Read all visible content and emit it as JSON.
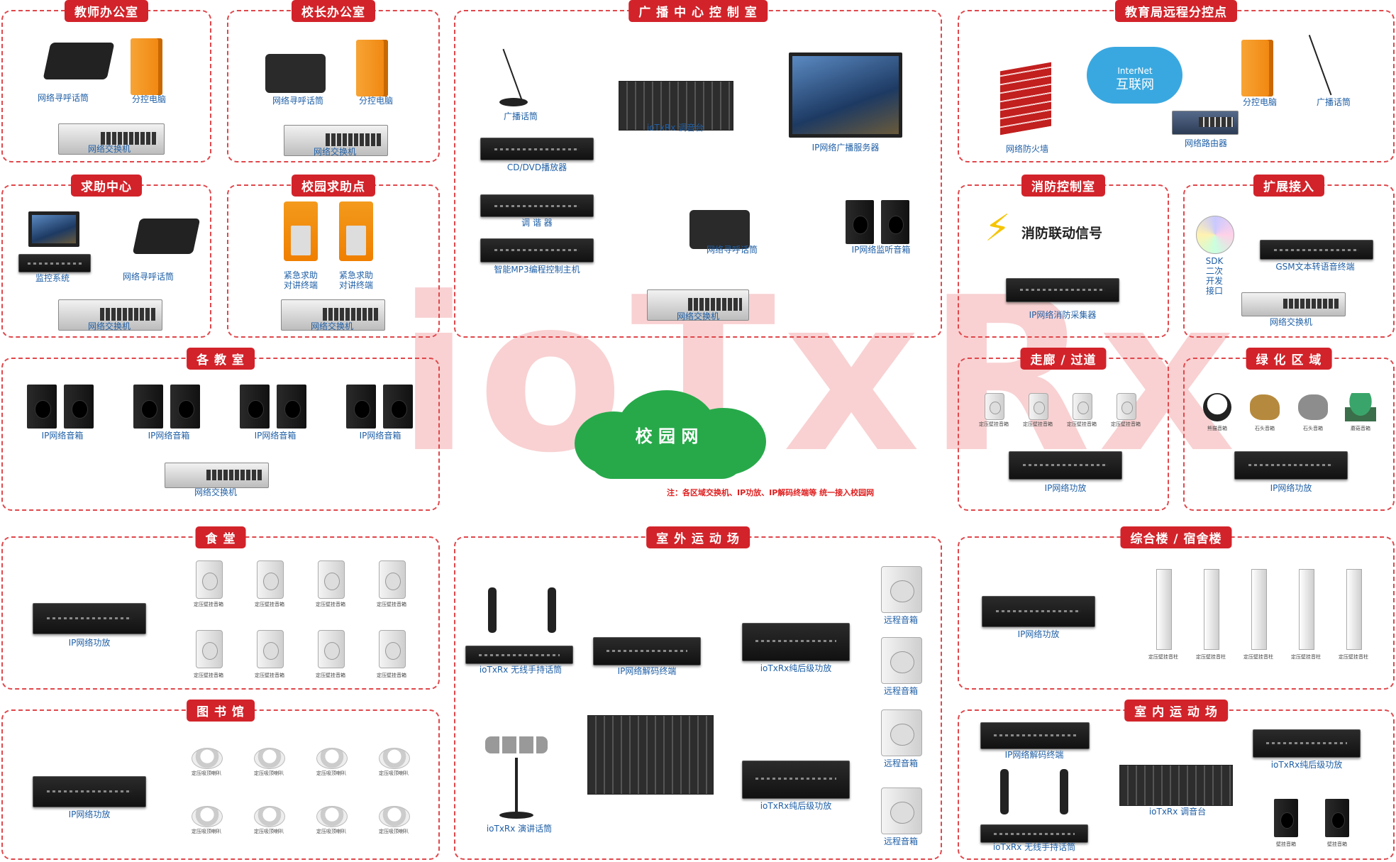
{
  "watermark": "ioTxRx",
  "zones": {
    "teacher": {
      "title": "教师办公室",
      "labels": [
        "网络寻呼话筒",
        "分控电脑",
        "网络交换机"
      ]
    },
    "principal": {
      "title": "校长办公室",
      "labels": [
        "网络寻呼话筒",
        "分控电脑",
        "网络交换机"
      ]
    },
    "control": {
      "title": "广 播 中 心 控 制 室",
      "labels": [
        "广播话筒",
        "ioTxRx 调音台",
        "IP网络广播服务器",
        "CD/DVD播放器",
        "调 谐 器",
        "智能MP3编程控制主机",
        "网络寻呼话筒",
        "IP网络监听音箱",
        "网络交换机"
      ]
    },
    "edu": {
      "title": "教育局远程分控点",
      "labels": [
        "InterNet",
        "互联网",
        "分控电脑",
        "广播话筒",
        "网络防火墙",
        "网络路由器"
      ]
    },
    "help": {
      "title": "求助中心",
      "labels": [
        "监控系统",
        "网络寻呼话筒",
        "网络交换机"
      ]
    },
    "campus_help": {
      "title": "校园求助点",
      "labels": [
        "紧急求助",
        "对讲终端",
        "紧急求助",
        "对讲终端",
        "网络交换机"
      ]
    },
    "fire": {
      "title": "消防控制室",
      "labels": [
        "消防联动信号",
        "IP网络消防采集器"
      ]
    },
    "ext": {
      "title": "扩展接入",
      "labels": [
        "SDK",
        "二次",
        "开发",
        "接口",
        "GSM文本转语音终端",
        "网络交换机"
      ]
    },
    "classroom": {
      "title": "各 教 室",
      "labels": [
        "IP网络音箱",
        "IP网络音箱",
        "IP网络音箱",
        "IP网络音箱",
        "网络交换机"
      ]
    },
    "corridor": {
      "title": "走廊 / 过道",
      "labels": [
        "IP网络功放"
      ],
      "small": [
        "定压壁挂音箱",
        "定压壁挂音箱",
        "定压壁挂音箱",
        "定压壁挂音箱"
      ]
    },
    "green": {
      "title": "绿 化 区 域",
      "labels": [
        "IP网络功放"
      ],
      "small": [
        "熊猫音箱",
        "石头音箱",
        "石头音箱",
        "蘑菇音箱"
      ]
    },
    "canteen": {
      "title": "食 堂",
      "labels": [
        "IP网络功放"
      ],
      "small": [
        "定压壁挂音箱",
        "定压壁挂音箱",
        "定压壁挂音箱",
        "定压壁挂音箱",
        "定压壁挂音箱",
        "定压壁挂音箱",
        "定压壁挂音箱",
        "定压壁挂音箱"
      ]
    },
    "outdoor": {
      "title": "室 外 运 动 场",
      "labels": [
        "ioTxRx 无线手持话筒",
        "IP网络解码终端",
        "ioTxRx纯后级功放",
        "ioTxRx纯后级功放",
        "ioTxRx 演讲话筒",
        "远程音箱",
        "远程音箱",
        "远程音箱",
        "远程音箱"
      ]
    },
    "complex": {
      "title": "综合楼 / 宿舍楼",
      "labels": [
        "IP网络功放"
      ],
      "small": [
        "定压壁挂音柱",
        "定压壁挂音柱",
        "定压壁挂音柱",
        "定压壁挂音柱",
        "定压壁挂音柱"
      ]
    },
    "library": {
      "title": "图 书 馆",
      "labels": [
        "IP网络功放"
      ],
      "small": [
        "定压吸顶喇叭",
        "定压吸顶喇叭",
        "定压吸顶喇叭",
        "定压吸顶喇叭",
        "定压吸顶喇叭",
        "定压吸顶喇叭",
        "定压吸顶喇叭",
        "定压吸顶喇叭"
      ]
    },
    "indoor": {
      "title": "室 内 运 动 场",
      "labels": [
        "IP网络解码终端",
        "ioTxRx纯后级功放",
        "ioTxRx 调音台",
        "ioTxRx 无线手持话筒"
      ],
      "small": [
        "壁挂音箱",
        "壁挂音箱"
      ]
    }
  },
  "center": {
    "cloud": "校 园 网",
    "note": "注：各区域交换机、IP功放、IP解码终端等 统一接入校园网"
  },
  "colors": {
    "accent": "#d2232a",
    "label": "#1f5fa6",
    "cloud": "#27a94a",
    "wire": "#7fc8b4"
  }
}
